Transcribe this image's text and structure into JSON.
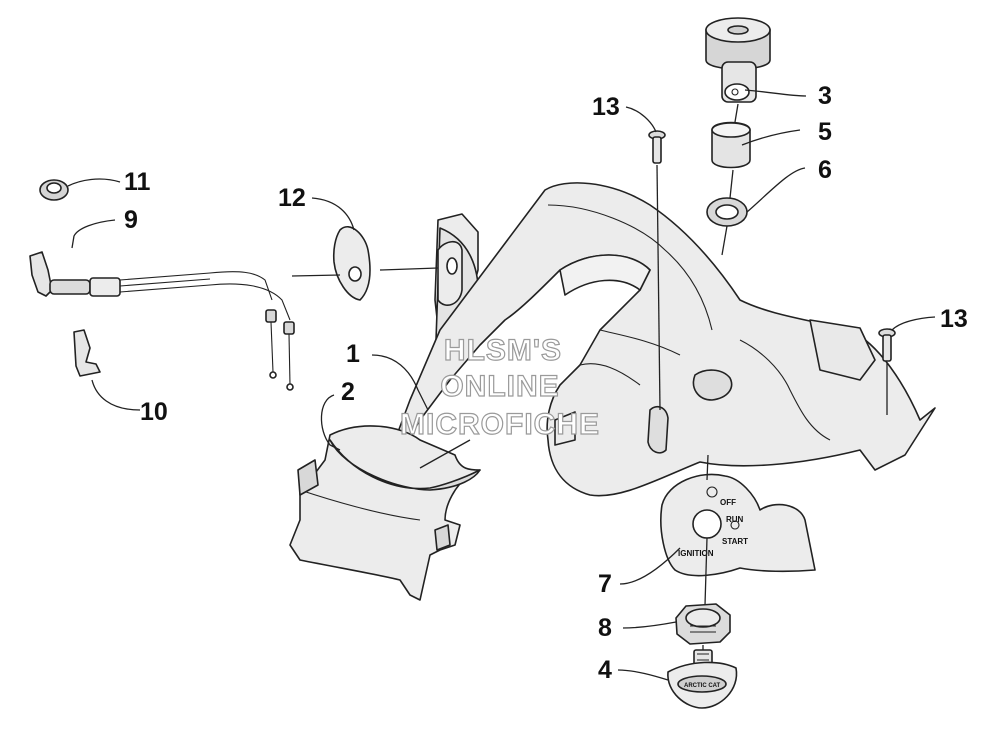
{
  "callouts": [
    {
      "id": "1",
      "label": "1"
    },
    {
      "id": "2",
      "label": "2"
    },
    {
      "id": "3",
      "label": "3"
    },
    {
      "id": "4",
      "label": "4"
    },
    {
      "id": "5",
      "label": "5"
    },
    {
      "id": "6",
      "label": "6"
    },
    {
      "id": "7",
      "label": "7"
    },
    {
      "id": "8",
      "label": "8"
    },
    {
      "id": "9",
      "label": "9"
    },
    {
      "id": "10",
      "label": "10"
    },
    {
      "id": "11",
      "label": "11"
    },
    {
      "id": "12",
      "label": "12"
    },
    {
      "id": "13a",
      "label": "13"
    },
    {
      "id": "13b",
      "label": "13"
    }
  ],
  "ignition_plate": {
    "off": "OFF",
    "run": "RUN",
    "start": "START",
    "ignition": "IGNITION"
  },
  "watermark": {
    "line1": "HLSM'S",
    "line2": "ONLINE",
    "line3": "MICROFICHE"
  },
  "colors": {
    "part_fill": "#ececec",
    "part_shade": "#dcdcdc",
    "outline": "#222222",
    "background": "#ffffff"
  }
}
